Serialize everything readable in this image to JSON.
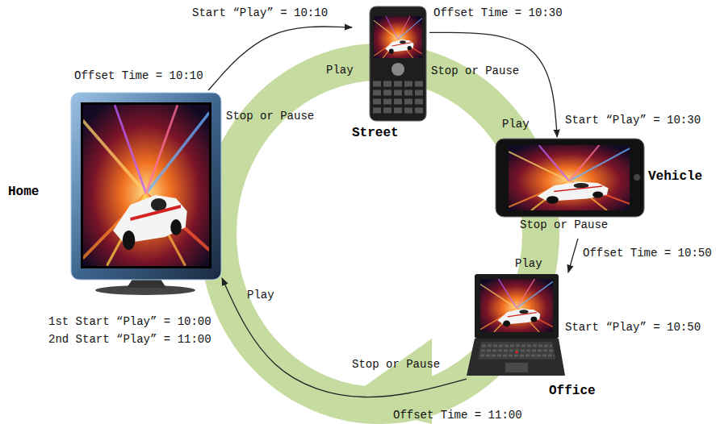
{
  "diagram": {
    "nodes": [
      {
        "text": [
          "Home"
        ]
      },
      {
        "text": [
          "Street"
        ]
      },
      {
        "text": [
          "Vehicle"
        ]
      },
      {
        "text": [
          "Office"
        ]
      }
    ],
    "edges": [
      {
        "from": 0,
        "to": 1,
        "arrow": "to"
      },
      {
        "from": 1,
        "to": 2,
        "arrow": "to"
      },
      {
        "from": 2,
        "to": 3,
        "arrow": "to"
      },
      {
        "from": 3,
        "to": 0,
        "arrow": "to"
      }
    ],
    "labels": [
      "Start “Play” = 10:10",
      "Offset Time = 10:30",
      "Offset Time = 10:10",
      "Play",
      "Stop or Pause",
      "Stop or Pause",
      "Play",
      "Start “Play” = 10:30",
      "Stop or Pause",
      "Offset Time = 10:50",
      "Play",
      "Start “Play” = 10:50",
      "1st Start “Play” = 10:00",
      "2nd Start “Play” = 11:00",
      "Play",
      "Stop or Pause",
      "Offset Time = 11:00"
    ]
  }
}
